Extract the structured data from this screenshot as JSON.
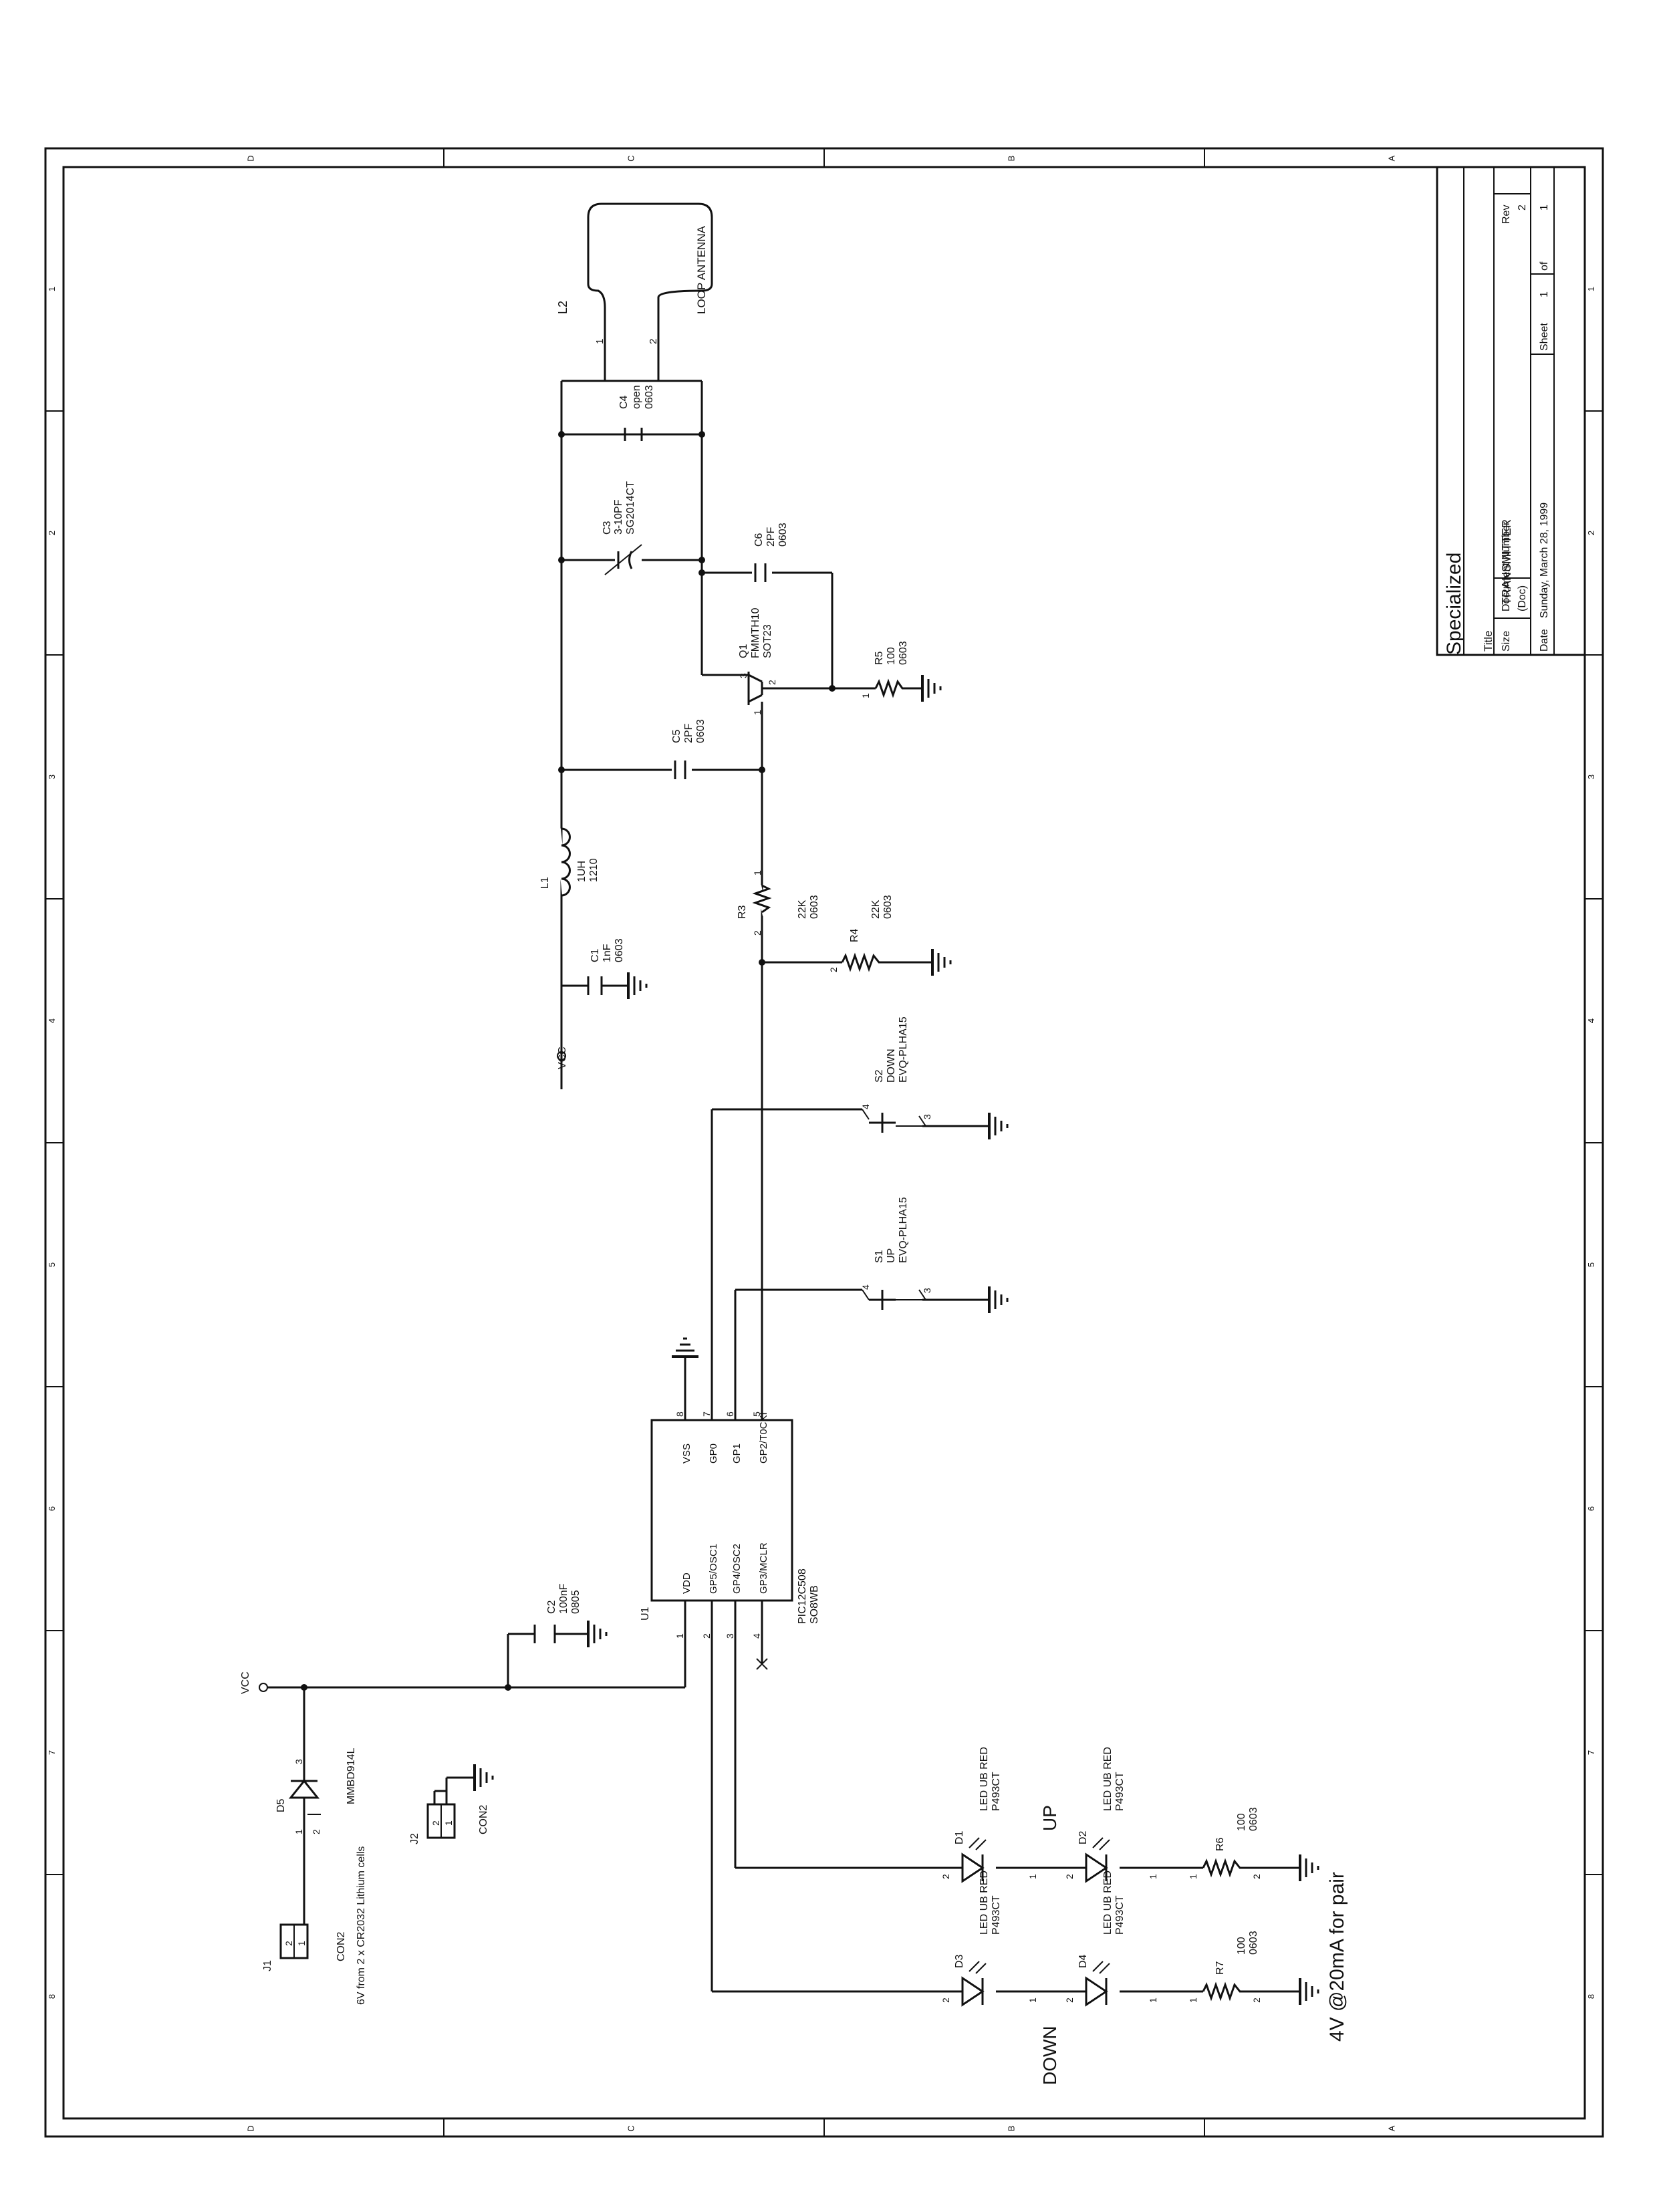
{
  "title_block": {
    "company": "Specialized",
    "title_label": "Title",
    "title": "TRANSMITTER",
    "size_label": "Size",
    "size": "",
    "doc_label": "Document Number",
    "doc": "(Doc)",
    "rev_label": "Rev",
    "rev": "2",
    "date_label": "Date",
    "date": "Sunday, March 28, 1999",
    "sheet_label": "Sheet",
    "sheet": "1",
    "of_label": "of",
    "of": "1"
  },
  "zones": {
    "rows": [
      "D",
      "C",
      "B",
      "A"
    ],
    "cols": [
      "1",
      "2",
      "3",
      "4",
      "5",
      "6",
      "7",
      "8"
    ]
  },
  "components": {
    "l2": {
      "ref": "L2",
      "note": "LOOP ANTENNA",
      "p1": "1",
      "p2": "2"
    },
    "c4": {
      "ref": "C4",
      "value": "open",
      "pkg": "0603"
    },
    "c3": {
      "ref": "C3",
      "value": "3-10PF",
      "pkg": "SG2014CT"
    },
    "c6": {
      "ref": "C6",
      "value": "2PF",
      "pkg": "0603"
    },
    "q1": {
      "ref": "Q1",
      "value": "FMMTH10",
      "pkg": "SOT23",
      "p1": "1",
      "p2": "2",
      "p3": "3"
    },
    "r5": {
      "ref": "R5",
      "value": "100",
      "pkg": "0603",
      "p1": "1"
    },
    "c5": {
      "ref": "C5",
      "value": "2PF",
      "pkg": "0603"
    },
    "l1": {
      "ref": "L1",
      "value": "1UH",
      "pkg": "1210"
    },
    "r3": {
      "ref": "R3",
      "value": "22K",
      "pkg": "0603",
      "p1": "1",
      "p2": "2"
    },
    "r4": {
      "ref": "R4",
      "value": "22K",
      "pkg": "0603",
      "p2": "2"
    },
    "c1": {
      "ref": "C1",
      "value": "1nF",
      "pkg": "0603"
    },
    "vcc1": {
      "label": "VCC"
    },
    "s2": {
      "ref": "S2",
      "value": "DOWN",
      "pkg": "EVQ-PLHA15",
      "p4": "4",
      "p3": "3"
    },
    "s1": {
      "ref": "S1",
      "value": "UP",
      "pkg": "EVQ-PLHA15",
      "p4": "4",
      "p3": "3"
    },
    "u1": {
      "ref": "U1",
      "value": "PIC12C508",
      "pkg": "SO8WB",
      "left_pins": [
        "VDD",
        "GP5/OSC1",
        "GP4/OSC2",
        "GP3/MCLR"
      ],
      "right_pins": [
        "VSS",
        "GP0",
        "GP1",
        "GP2/T0CKI"
      ],
      "left_nums": [
        "1",
        "2",
        "3",
        "4"
      ],
      "right_nums": [
        "8",
        "7",
        "6",
        "5"
      ]
    },
    "c2": {
      "ref": "C2",
      "value": "100nF",
      "pkg": "0805"
    },
    "vcc2": {
      "label": "VCC"
    },
    "d5": {
      "ref": "D5",
      "value": "MMBD914L",
      "p1": "1",
      "p2": "2",
      "p3": "3"
    },
    "j2": {
      "ref": "J2",
      "value": "CON2",
      "p1": "1",
      "p2": "2"
    },
    "j1": {
      "ref": "J1",
      "value": "CON2",
      "p1": "1",
      "p2": "2",
      "note": "6V  from 2 x CR2032 Lithium cells"
    },
    "d1": {
      "ref": "D1",
      "value": "LED UB RED",
      "pkg": "P493CT",
      "p1": "1",
      "p2": "2"
    },
    "d2": {
      "ref": "D2",
      "value": "LED UB RED",
      "pkg": "P493CT",
      "p1": "1",
      "p2": "2"
    },
    "d3": {
      "ref": "D3",
      "value": "LED UB RED",
      "pkg": "P493CT",
      "p1": "1",
      "p2": "2"
    },
    "d4": {
      "ref": "D4",
      "value": "LED UB RED",
      "pkg": "P493CT",
      "p1": "1",
      "p2": "2"
    },
    "r6": {
      "ref": "R6",
      "value": "100",
      "pkg": "0603",
      "p1": "1",
      "p2": "2"
    },
    "r7": {
      "ref": "R7",
      "value": "100",
      "pkg": "0603",
      "p1": "1",
      "p2": "2"
    }
  },
  "annotations": {
    "up": "UP",
    "down": "DOWN",
    "current": "4V @20mA for pair"
  }
}
